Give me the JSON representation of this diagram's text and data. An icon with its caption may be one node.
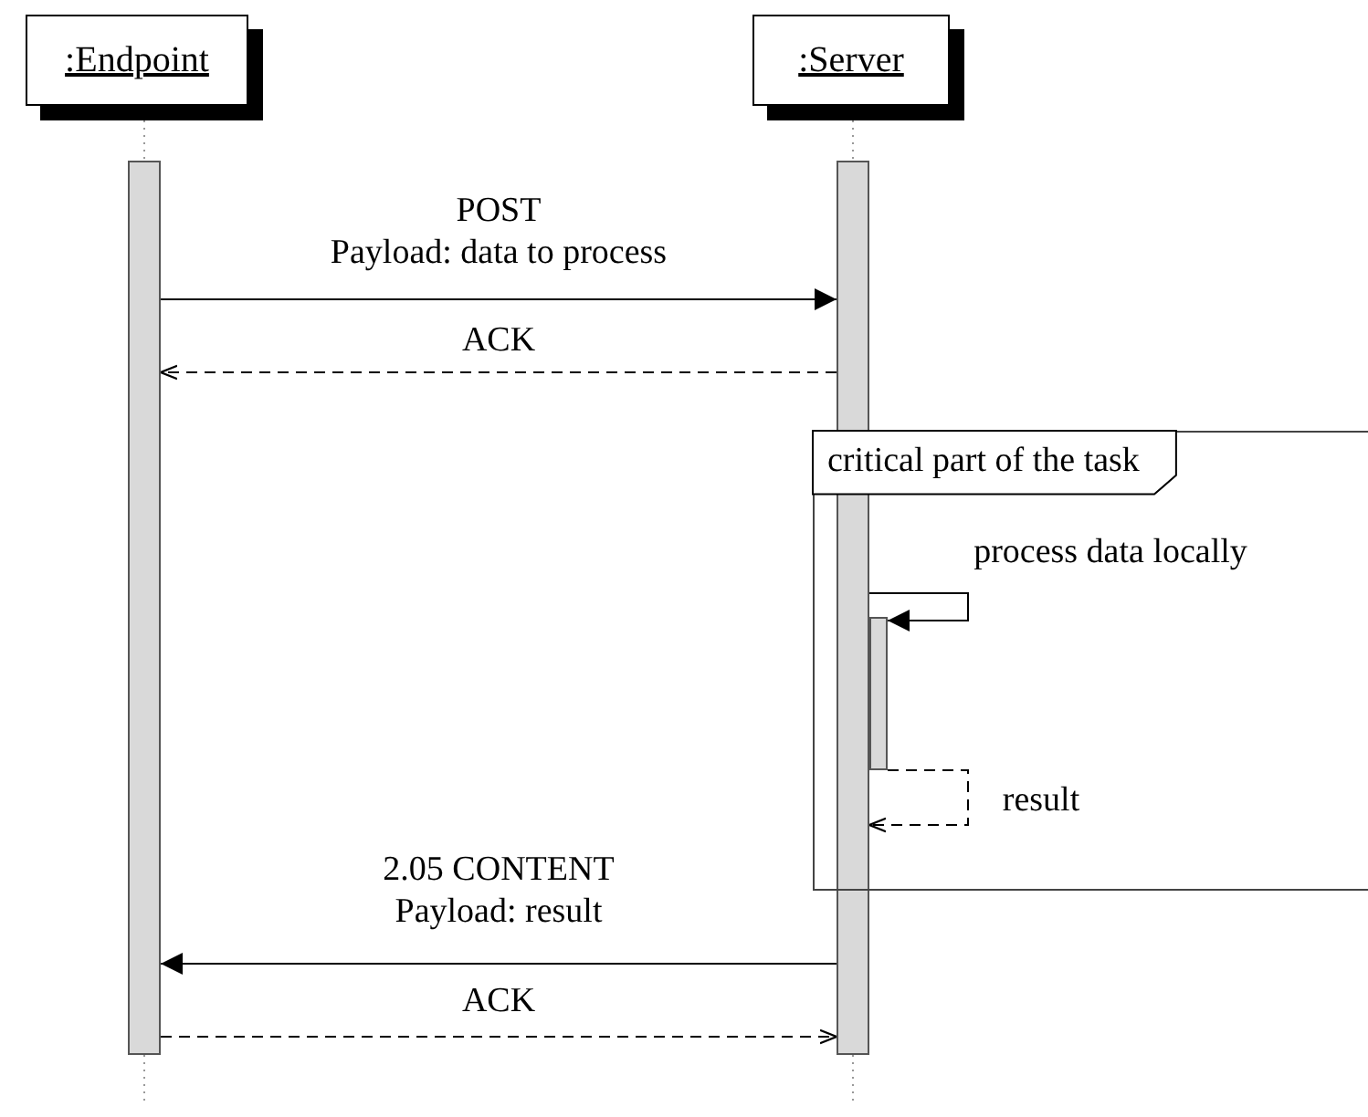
{
  "diagram": {
    "nodes": [
      {
        "text": [
          ":Endpoint"
        ]
      },
      {
        "text": [
          ":Server"
        ]
      },
      {
        "text": [],
        "shape": "bar"
      },
      {
        "text": [],
        "shape": "bar"
      },
      {
        "text": [
          "critical part of the task"
        ]
      },
      {
        "text": [],
        "shape": "bar",
        "in": 4
      }
    ],
    "edges": [
      {
        "from": 0,
        "to": 2,
        "arrow": "none",
        "style": "dashed",
        "color": "#999999"
      },
      {
        "from": 1,
        "to": 3,
        "arrow": "none",
        "style": "dashed",
        "color": "#999999"
      },
      {
        "from": 2,
        "to": null,
        "arrow": "none",
        "style": "dashed",
        "color": "#999999"
      },
      {
        "from": 3,
        "to": null,
        "arrow": "none",
        "style": "dashed",
        "color": "#999999"
      },
      {
        "from": 2,
        "to": 3,
        "label": "POST Payload: data to process",
        "arrow": "to"
      },
      {
        "from": 3,
        "to": 2,
        "label": "ACK",
        "arrow": "to",
        "style": "dashed"
      },
      {
        "from": 3,
        "to": 5,
        "label": "process data locally",
        "arrow": "to"
      },
      {
        "from": 5,
        "to": 3,
        "label": "result",
        "arrow": "to",
        "style": "dashed"
      },
      {
        "from": 3,
        "to": 2,
        "label": "2.05 CONTENT Payload: result",
        "arrow": "to"
      },
      {
        "from": 2,
        "to": 3,
        "label": "ACK",
        "arrow": "to",
        "style": "dashed"
      }
    ]
  }
}
